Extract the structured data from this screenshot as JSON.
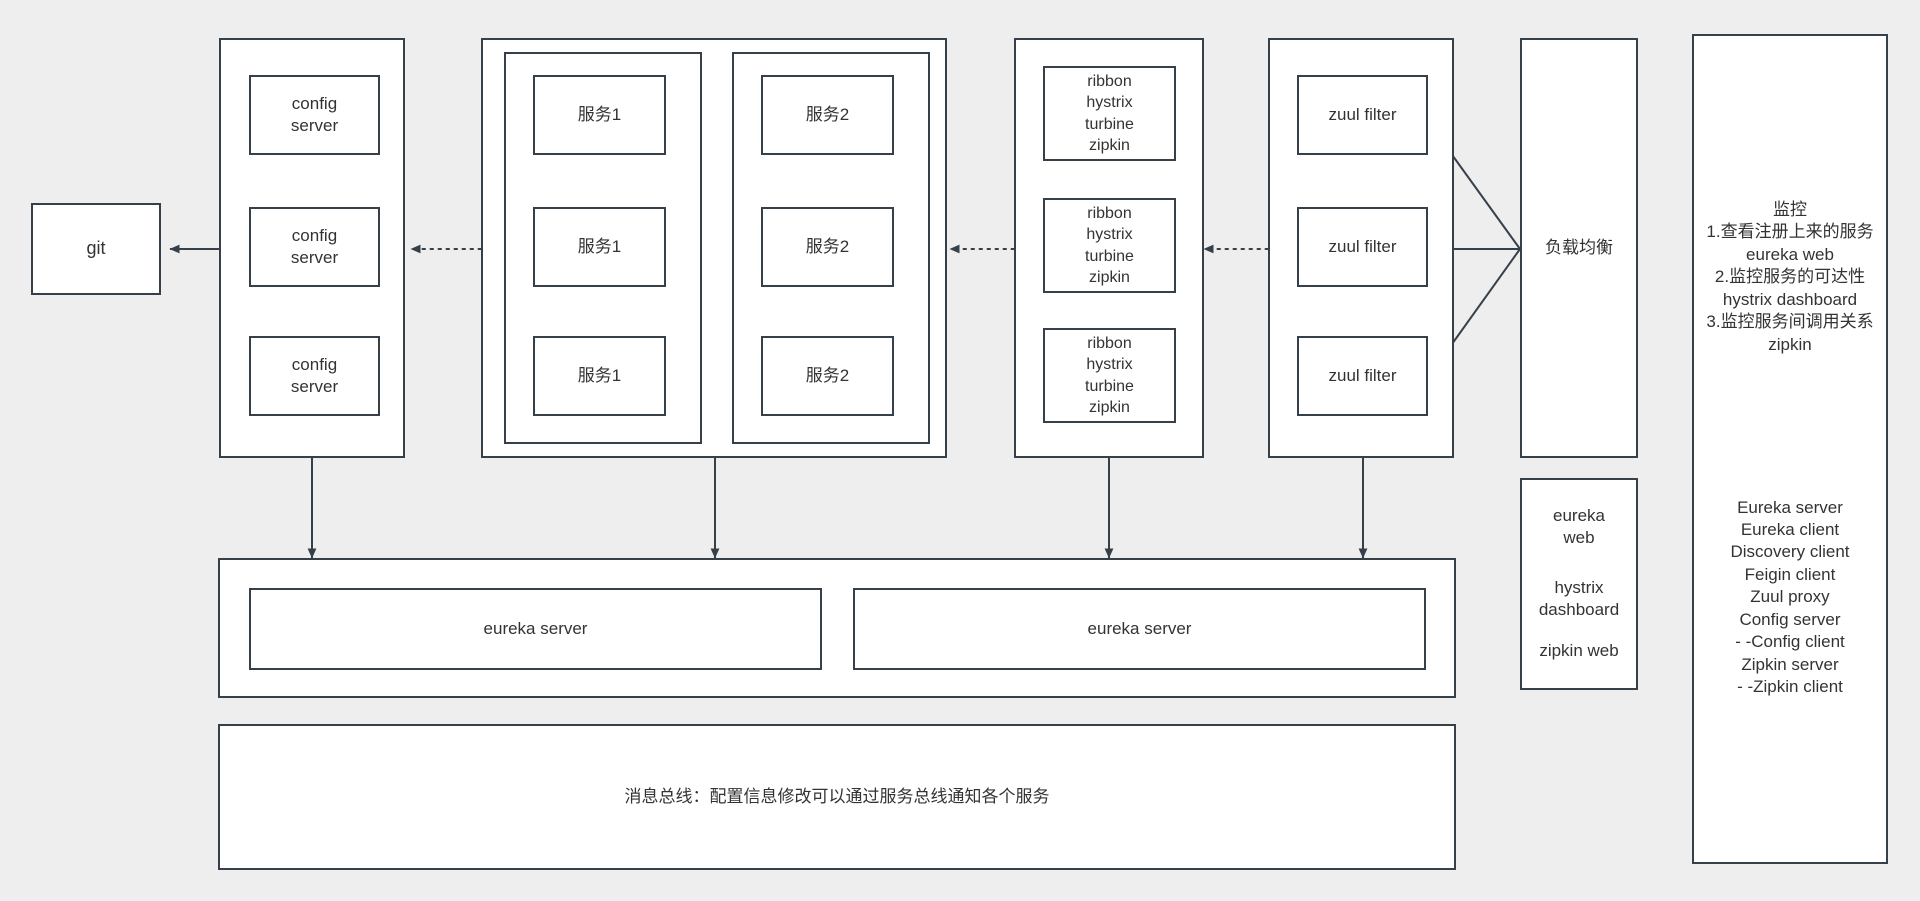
{
  "diagram": {
    "title": "Spring Cloud microservice architecture diagram",
    "background_color": "#eeeeee",
    "stroke_color": "#36404a",
    "fill_color": "#ffffff",
    "text_color": "#333333"
  },
  "git": {
    "label": "git"
  },
  "config_cluster": {
    "nodes": [
      {
        "label": "config\nserver"
      },
      {
        "label": "config\nserver"
      },
      {
        "label": "config\nserver"
      }
    ]
  },
  "service_cluster": {
    "group1": {
      "nodes": [
        {
          "label": "服务1"
        },
        {
          "label": "服务1"
        },
        {
          "label": "服务1"
        }
      ]
    },
    "group2": {
      "nodes": [
        {
          "label": "服务2"
        },
        {
          "label": "服务2"
        },
        {
          "label": "服务2"
        }
      ]
    }
  },
  "ribbon_cluster": {
    "nodes": [
      {
        "label": "ribbon\nhystrix\nturbine\nzipkin"
      },
      {
        "label": "ribbon\nhystrix\nturbine\nzipkin"
      },
      {
        "label": "ribbon\nhystrix\nturbine\nzipkin"
      }
    ]
  },
  "zuul_cluster": {
    "nodes": [
      {
        "label": "zuul filter"
      },
      {
        "label": "zuul filter"
      },
      {
        "label": "zuul filter"
      }
    ]
  },
  "load_balancer": {
    "label": "负载均衡"
  },
  "web_consoles": {
    "items": [
      {
        "label": "eureka\nweb"
      },
      {
        "label": "hystrix\ndashboard"
      },
      {
        "label": "zipkin web"
      }
    ]
  },
  "registry": {
    "nodes": [
      {
        "label": "eureka server"
      },
      {
        "label": "eureka server"
      }
    ]
  },
  "message_bus": {
    "label": "消息总线：配置信息修改可以通过服务总线通知各个服务"
  },
  "monitoring_panel": {
    "monitor_block": "监控\n1.查看注册上来的服务\neureka web\n2.监控服务的可达性\nhystrix dashboard\n3.监控服务间调用关系\nzipkin",
    "component_block": "Eureka server\nEureka client\nDiscovery client\nFeigin client\nZuul proxy\nConfig server\n - -Config client\nZipkin server\n - -Zipkin client"
  }
}
